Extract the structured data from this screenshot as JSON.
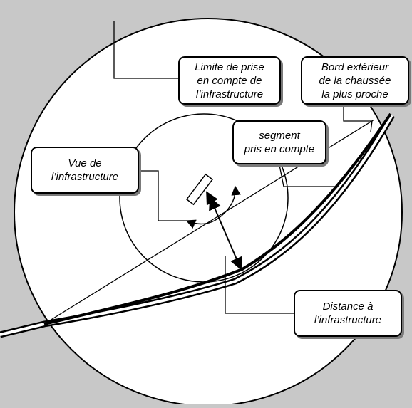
{
  "labels": {
    "limite": [
      "Limite de prise",
      "en compte de",
      "l’infrastructure"
    ],
    "bord": [
      "Bord extérieur",
      "de la chaussée",
      "la plus proche"
    ],
    "segment": [
      "segment",
      "pris en compte"
    ],
    "vue": [
      "Vue de",
      "l’infrastructure"
    ],
    "distance": [
      "Distance à",
      "l’infrastructure"
    ]
  },
  "colors": {
    "background": "#c8c8c8",
    "circle_fill": "#ffffff",
    "stroke": "#000000",
    "shadow": "#7a7a7a"
  }
}
